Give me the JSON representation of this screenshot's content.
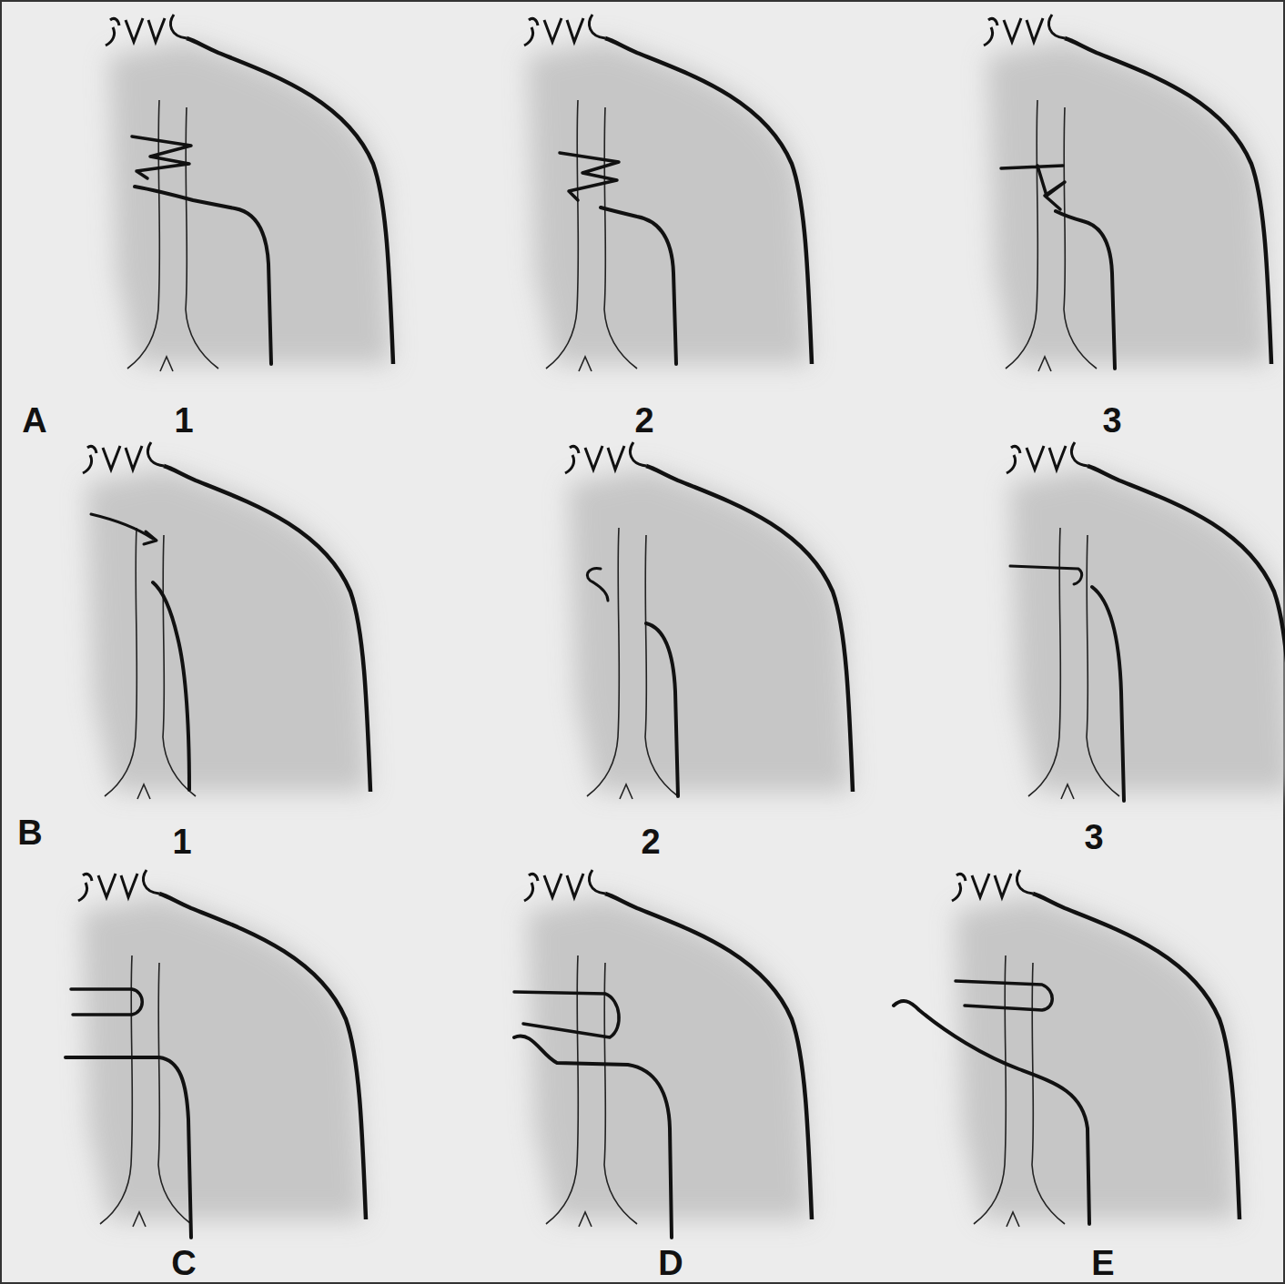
{
  "diagram": {
    "labels": [
      "A",
      "1",
      "2",
      "3",
      "B",
      "1",
      "2",
      "3",
      "C",
      "D",
      "E"
    ]
  }
}
